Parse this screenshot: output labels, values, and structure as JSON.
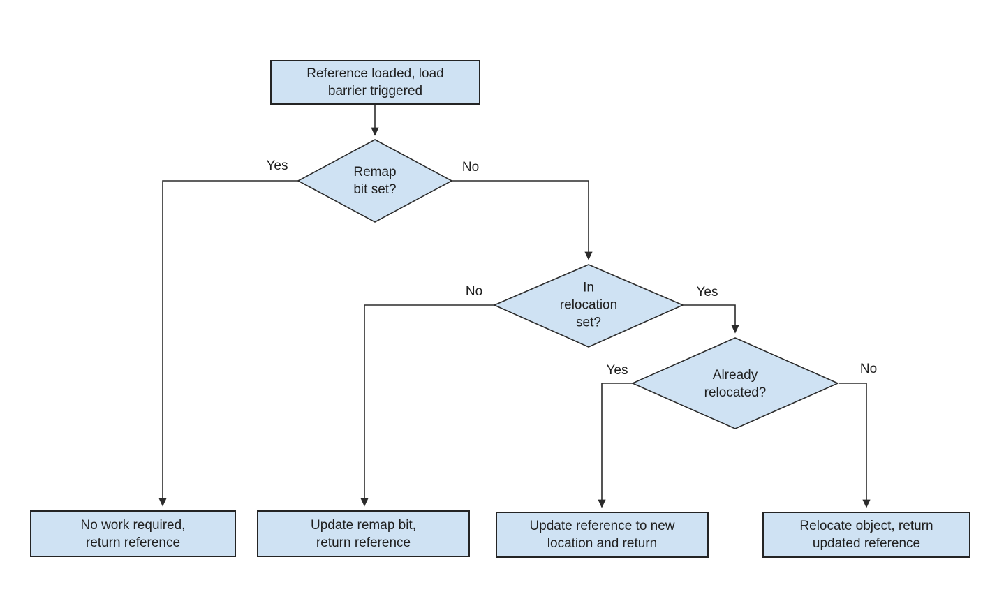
{
  "diagram": {
    "type": "flowchart",
    "background": "#ffffff",
    "colors": {
      "node_fill": "#cfe2f3",
      "node_border": "#242424",
      "connector": "#2b2b2b",
      "text": "#1f1f1f"
    },
    "nodes": {
      "start": {
        "label": "Reference loaded, load\nbarrier triggered"
      },
      "remap": {
        "label": "Remap\nbit set?"
      },
      "relocation_set": {
        "label": "In\nrelocation\nset?"
      },
      "already_relocated": {
        "label": "Already\nrelocated?"
      },
      "no_work": {
        "label": "No work required,\nreturn reference"
      },
      "update_remap": {
        "label": "Update remap bit,\nreturn reference"
      },
      "update_reference": {
        "label": "Update reference to new\nlocation and return"
      },
      "relocate_object": {
        "label": "Relocate object, return\nupdated reference"
      }
    },
    "edge_labels": {
      "remap_yes": "Yes",
      "remap_no": "No",
      "relocation_no": "No",
      "relocation_yes": "Yes",
      "relocated_yes": "Yes",
      "relocated_no": "No"
    }
  }
}
